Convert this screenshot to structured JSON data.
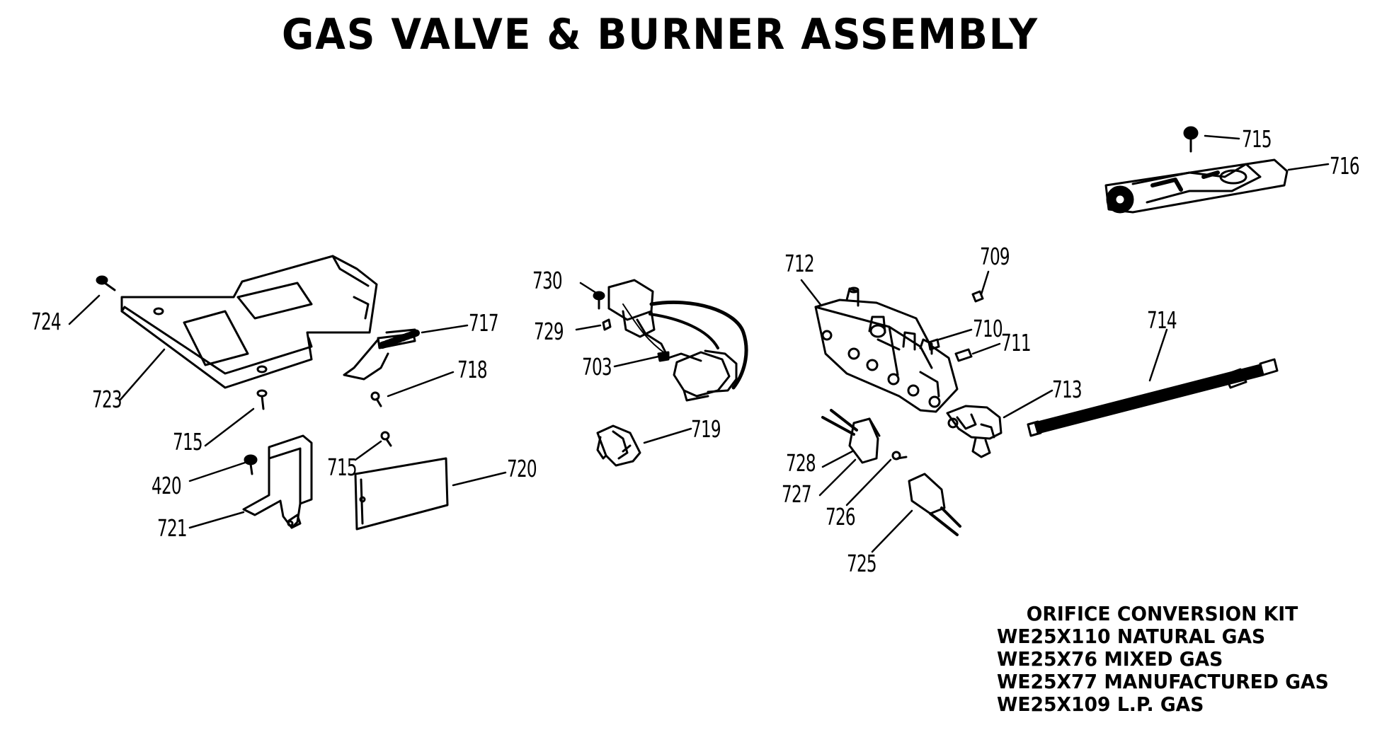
{
  "title": "GAS VALVE & BURNER ASSEMBLY",
  "callouts": {
    "c724": "724",
    "c723": "723",
    "c717": "717",
    "c718": "718",
    "c715a": "715",
    "c420": "420",
    "c721": "721",
    "c715b": "715",
    "c720": "720",
    "c730": "730",
    "c729": "729",
    "c703": "703",
    "c719": "719",
    "c712": "712",
    "c709": "709",
    "c710": "710",
    "c711": "711",
    "c714": "714",
    "c713": "713",
    "c728": "728",
    "c727": "727",
    "c726": "726",
    "c725": "725",
    "c715c": "715",
    "c716": "716"
  },
  "orifice_kit": {
    "title": "ORIFICE CONVERSION KIT",
    "items": [
      "WE25X110 NATURAL GAS",
      "WE25X76 MIXED GAS",
      "WE25X77 MANUFACTURED GAS",
      "WE25X109 L.P. GAS"
    ]
  },
  "colors": {
    "ink": "#000000",
    "paper": "#ffffff"
  }
}
